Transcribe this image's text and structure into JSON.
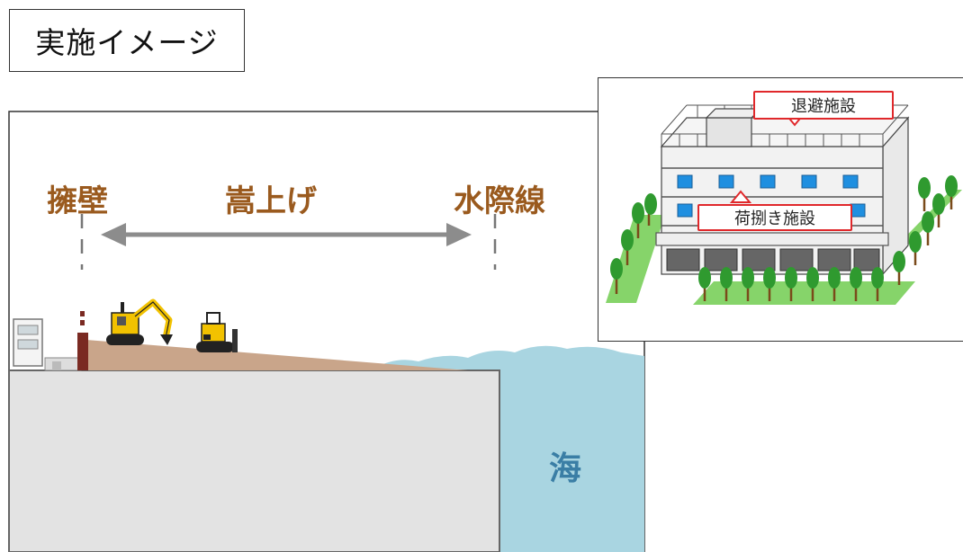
{
  "title": "実施イメージ",
  "labels": {
    "wall": "擁壁",
    "raise": "嵩上げ",
    "waterline": "水際線",
    "sea": "海"
  },
  "inset": {
    "evacuation": "退避施設",
    "cargo": "荷捌き施設"
  },
  "colors": {
    "label_brown": "#9a5a1e",
    "sea": "#a9d5e1",
    "ground": "#e3e3e3",
    "fill_soil": "#c9a58a",
    "arrow_gray": "#8c8c8c",
    "callout_red": "#e0282b",
    "window_blue": "#1f8fe0",
    "grass_green": "#86d46a",
    "tree_green": "#2f9a2f"
  }
}
